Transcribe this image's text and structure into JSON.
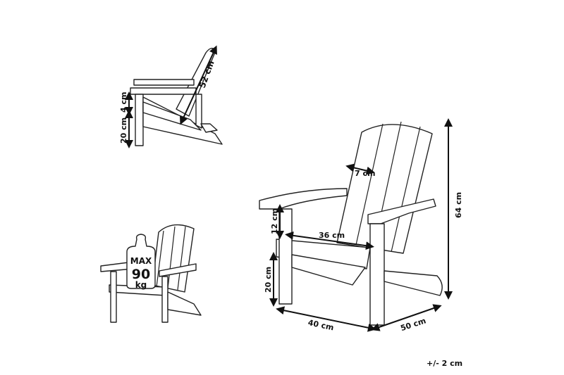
{
  "diagram": {
    "subject": "Adirondack chair dimensions",
    "side_view": {
      "labels": {
        "backrest_length": "52 cm",
        "armrest_thickness": "4 cm",
        "seat_height": "20 cm"
      }
    },
    "load_view": {
      "weight_badge": {
        "line1": "MAX",
        "line2": "90",
        "line3": "kg"
      }
    },
    "front_view": {
      "labels": {
        "slat_width": "7 cm",
        "armrest_height": "12 cm",
        "seat_width": "36 cm",
        "seat_height": "20 cm",
        "total_height": "64 cm",
        "width": "40 cm",
        "depth": "50 cm"
      }
    },
    "tolerance": "+/- 2 cm",
    "colors": {
      "line": "#222222",
      "background": "#ffffff"
    }
  }
}
